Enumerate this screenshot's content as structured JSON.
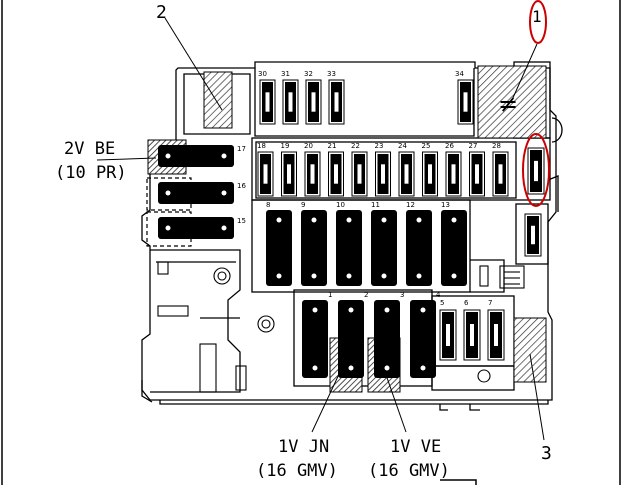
{
  "callouts": {
    "c1": "1",
    "c2": "2",
    "c3": "3"
  },
  "labels": {
    "be_line1": "2V BE",
    "be_line2": "(10 PR)",
    "jn_line1": "1V JN",
    "jn_line2": "(16 GMV)",
    "ve_line1": "1V VE",
    "ve_line2": "(16 GMV)"
  },
  "fuse_numbers": {
    "top_row": [
      "30",
      "31",
      "32",
      "33"
    ],
    "top_right": "34",
    "mid_row": [
      "18",
      "19",
      "20",
      "21",
      "22",
      "23",
      "24",
      "25",
      "26",
      "27",
      "28"
    ],
    "relay_row": [
      "8",
      "9",
      "10",
      "11",
      "12",
      "13"
    ],
    "left_stack": [
      "17",
      "16",
      "15"
    ],
    "lower_mid": [
      "1",
      "2",
      "3",
      "4"
    ],
    "lower_right": [
      "5",
      "6",
      "7"
    ]
  },
  "colors": {
    "line": "#000000",
    "highlight": "#cc0000",
    "background": "#ffffff"
  }
}
